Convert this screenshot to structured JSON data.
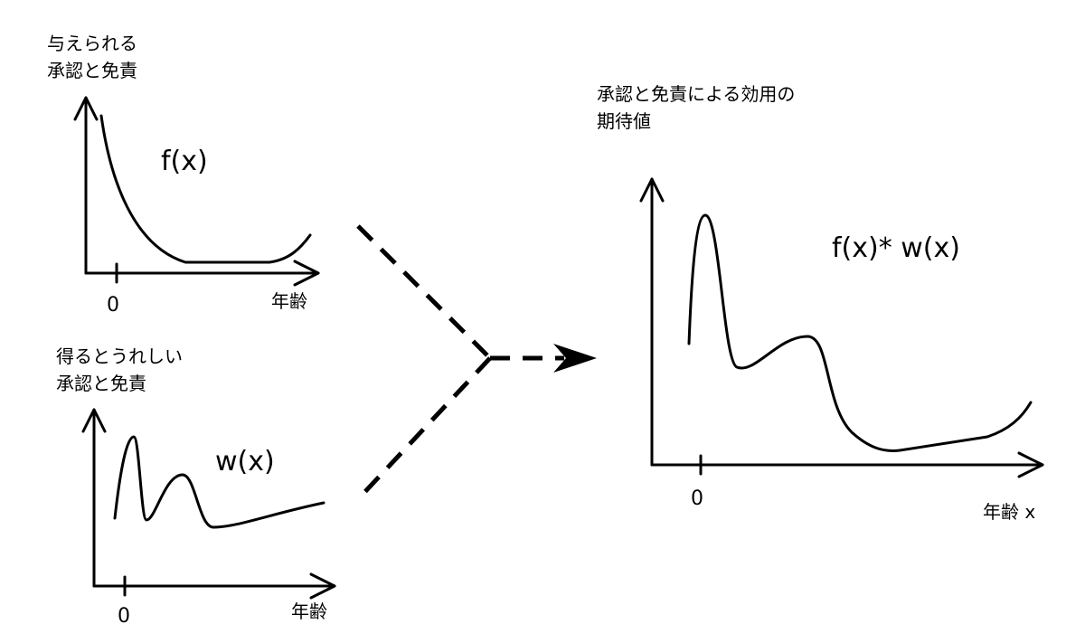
{
  "panel_f": {
    "ylabel_line1": "与えられる",
    "ylabel_line2": "承認と免責",
    "func_label": "f(x)",
    "origin_label": "0",
    "xlabel": "年齢"
  },
  "panel_w": {
    "ylabel_line1": "得るとうれしい",
    "ylabel_line2": "承認と免責",
    "func_label": "w(x)",
    "origin_label": "0",
    "xlabel": "年齢"
  },
  "panel_result": {
    "ylabel_line1": "承認と免責による効用の",
    "ylabel_line2": "期待値",
    "func_label": "f(x)* w(x)",
    "origin_label": "0",
    "xlabel": "年齢 x"
  }
}
